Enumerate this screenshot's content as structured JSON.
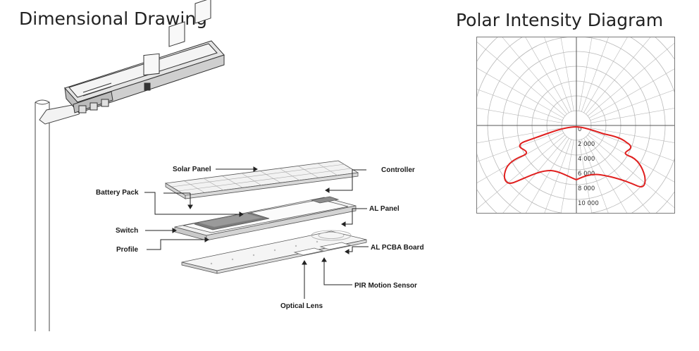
{
  "headings": {
    "left": "Dimensional Drawing",
    "right": "Polar Intensity Diagram"
  },
  "drawing": {
    "callouts": {
      "solar_panel": "Solar Panel",
      "controller": "Controller",
      "battery_pack": "Battery Pack",
      "al_panel": "AL Panel",
      "switch": "Switch",
      "profile": "Profile",
      "al_pcba_board": "AL PCBA Board",
      "pir_motion_sensor": "PIR Motion Sensor",
      "optical_lens": "Optical Lens"
    }
  },
  "polar": {
    "ring_labels": [
      "0",
      "2 000",
      "4 000",
      "6 000",
      "8 000",
      "10 000"
    ],
    "curve_color": "#e0201f",
    "grid_color": "#b9b9b9"
  }
}
